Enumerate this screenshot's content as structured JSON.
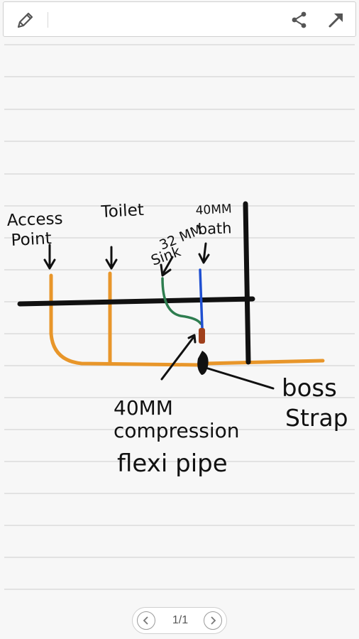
{
  "pager": {
    "text": "1/1"
  },
  "drawing": {
    "labels": {
      "access_line1": "Access",
      "access_line2": "Point",
      "toilet": "Toilet",
      "bath_line1": "40MM",
      "bath_line2": "bath",
      "sink_line1": "32 MM",
      "sink_line2": "Sink",
      "compression_line1": "40MM",
      "compression_line2": "compression",
      "compression_line3": "flexi pipe",
      "boss_line1": "boss",
      "boss_line2": "Strap"
    },
    "colors": {
      "ink": "#111111",
      "orange_pipe": "#e8962a",
      "green_pipe": "#2e7d4f",
      "blue_pipe": "#1f4fd1",
      "brown_fitting": "#a0401c",
      "ruled_line": "#d6d6d6"
    }
  },
  "icons": {
    "edit": "pencil-icon",
    "share": "share-icon",
    "expand": "expand-arrow-icon",
    "prev": "chevron-left-icon",
    "next": "chevron-right-icon"
  }
}
